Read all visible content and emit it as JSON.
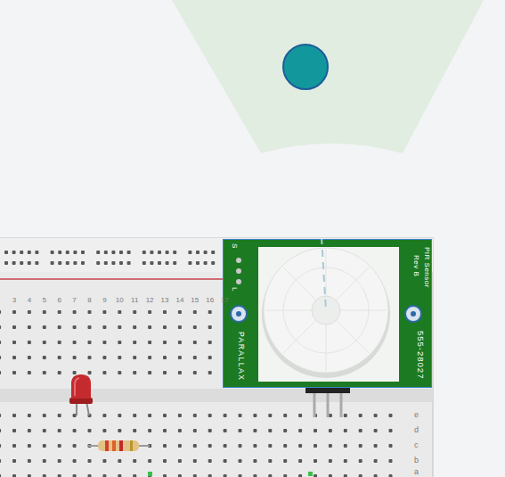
{
  "diagram": {
    "nodes": [
      {
        "text": [
          "PIR Sensor",
          "Rev B",
          "PARALLAX",
          "555-28027"
        ]
      }
    ],
    "labels": [
      "S",
      "L",
      "3",
      "4",
      "5",
      "6",
      "7",
      "8",
      "9",
      "10",
      "11",
      "12",
      "13",
      "14",
      "15",
      "16",
      "17",
      "e",
      "d",
      "c",
      "b",
      "a"
    ]
  }
}
